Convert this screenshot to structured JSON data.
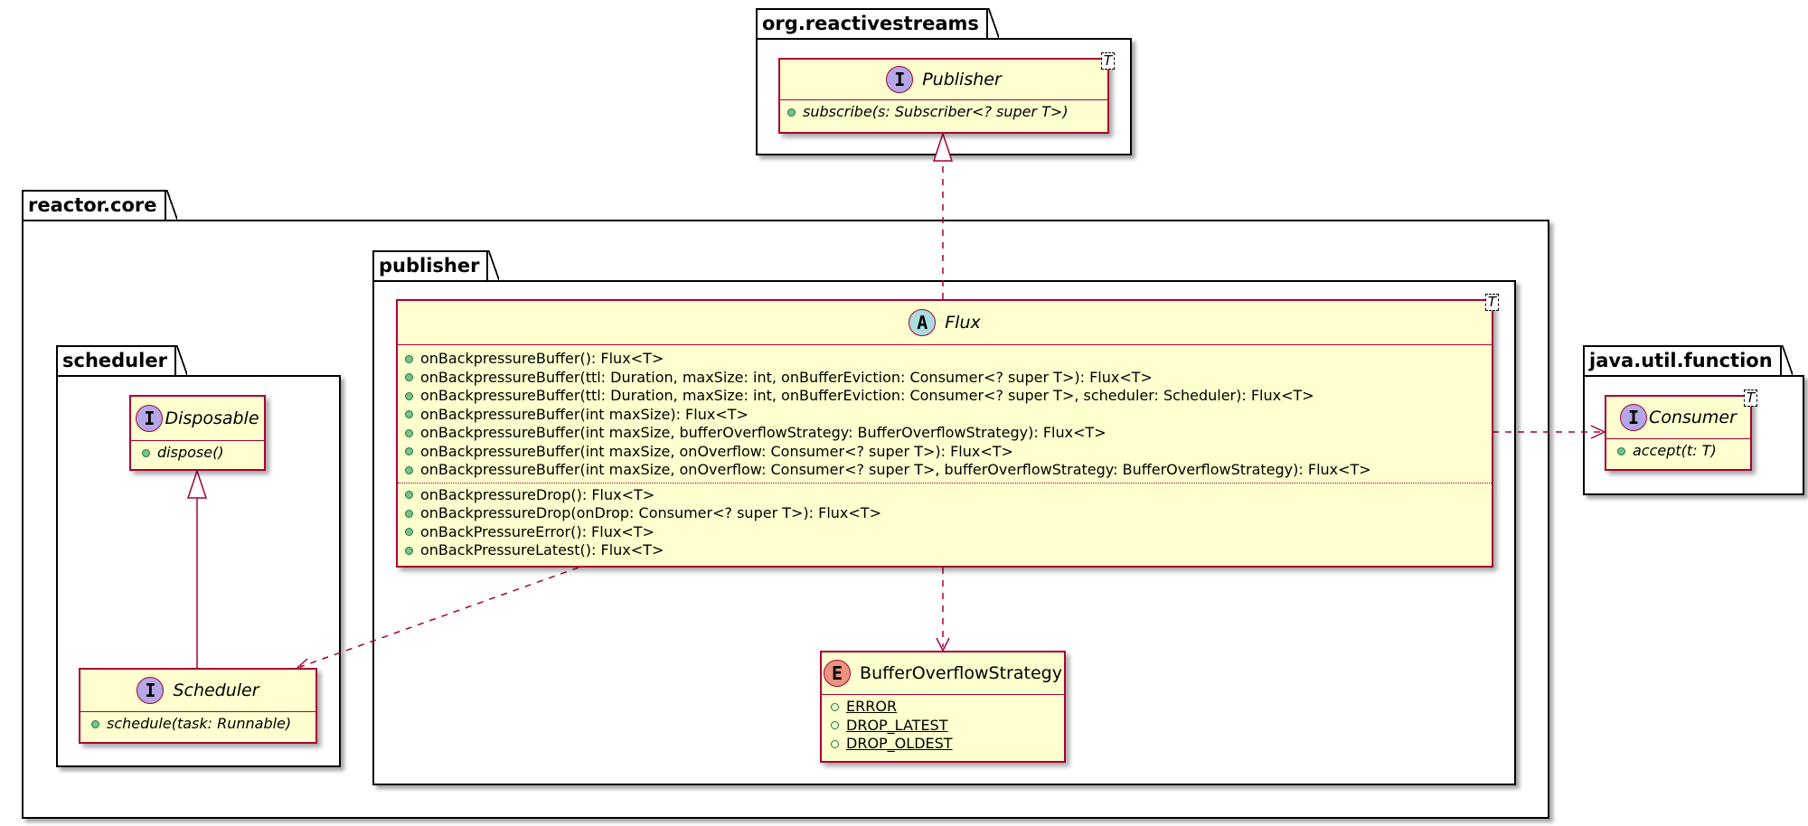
{
  "packages": {
    "org_reactivestreams": {
      "label": "org.reactivestreams"
    },
    "reactor_core": {
      "label": "reactor.core"
    },
    "publisher": {
      "label": "publisher"
    },
    "scheduler": {
      "label": "scheduler"
    },
    "java_util_function": {
      "label": "java.util.function"
    }
  },
  "classes": {
    "publisher": {
      "name": "Publisher",
      "stereotype_badge": "I",
      "kind": "interface",
      "type_param": "T",
      "members": [
        {
          "visibility": "public",
          "text": "subscribe(s: Subscriber<? super T>)"
        }
      ]
    },
    "flux": {
      "name": "Flux",
      "stereotype_badge": "A",
      "kind": "abstract class",
      "type_param": "T",
      "members_group1": [
        {
          "visibility": "public",
          "text": "onBackpressureBuffer(): Flux<T>"
        },
        {
          "visibility": "public",
          "text": "onBackpressureBuffer(ttl: Duration, maxSize: int, onBufferEviction: Consumer<? super T>): Flux<T>"
        },
        {
          "visibility": "public",
          "text": "onBackpressureBuffer(ttl: Duration, maxSize: int, onBufferEviction: Consumer<? super T>, scheduler: Scheduler): Flux<T>"
        },
        {
          "visibility": "public",
          "text": "onBackpressureBuffer(int maxSize): Flux<T>"
        },
        {
          "visibility": "public",
          "text": "onBackpressureBuffer(int maxSize, bufferOverflowStrategy: BufferOverflowStrategy): Flux<T>"
        },
        {
          "visibility": "public",
          "text": "onBackpressureBuffer(int maxSize, onOverflow: Consumer<? super T>): Flux<T>"
        },
        {
          "visibility": "public",
          "text": "onBackpressureBuffer(int maxSize, onOverflow: Consumer<? super T>, bufferOverflowStrategy: BufferOverflowStrategy): Flux<T>"
        }
      ],
      "members_group2": [
        {
          "visibility": "public",
          "text": "onBackpressureDrop(): Flux<T>"
        },
        {
          "visibility": "public",
          "text": "onBackpressureDrop(onDrop: Consumer<? super T>): Flux<T>"
        },
        {
          "visibility": "public",
          "text": "onBackPressureError(): Flux<T>"
        },
        {
          "visibility": "public",
          "text": "onBackPressureLatest(): Flux<T>"
        }
      ]
    },
    "buffer_overflow_strategy": {
      "name": "BufferOverflowStrategy",
      "stereotype_badge": "E",
      "kind": "enum",
      "members": [
        {
          "visibility": "public",
          "text": "ERROR"
        },
        {
          "visibility": "public",
          "text": "DROP_LATEST"
        },
        {
          "visibility": "public",
          "text": "DROP_OLDEST"
        }
      ]
    },
    "disposable": {
      "name": "Disposable",
      "stereotype_badge": "I",
      "kind": "interface",
      "members": [
        {
          "visibility": "public",
          "text": "dispose()"
        }
      ]
    },
    "scheduler": {
      "name": "Scheduler",
      "stereotype_badge": "I",
      "kind": "interface",
      "members": [
        {
          "visibility": "public",
          "text": "schedule(task: Runnable)"
        }
      ]
    },
    "consumer": {
      "name": "Consumer",
      "stereotype_badge": "I",
      "kind": "interface",
      "type_param": "T",
      "members": [
        {
          "visibility": "public",
          "text": "accept(t: T)"
        }
      ]
    }
  },
  "relations": [
    {
      "from": "Flux",
      "to": "Publisher",
      "type": "realization"
    },
    {
      "from": "Scheduler",
      "to": "Disposable",
      "type": "generalization"
    },
    {
      "from": "Flux",
      "to": "BufferOverflowStrategy",
      "type": "dependency"
    },
    {
      "from": "Flux",
      "to": "Scheduler",
      "type": "dependency"
    },
    {
      "from": "Flux",
      "to": "Consumer",
      "type": "dependency"
    }
  ],
  "colors": {
    "class_fill": "#FEFECE",
    "class_border": "#A80036",
    "interface_badge": "#B4A7E5",
    "abstract_badge": "#A9DCDF",
    "enum_badge": "#EB937F",
    "public_dot": "#84BE84"
  }
}
